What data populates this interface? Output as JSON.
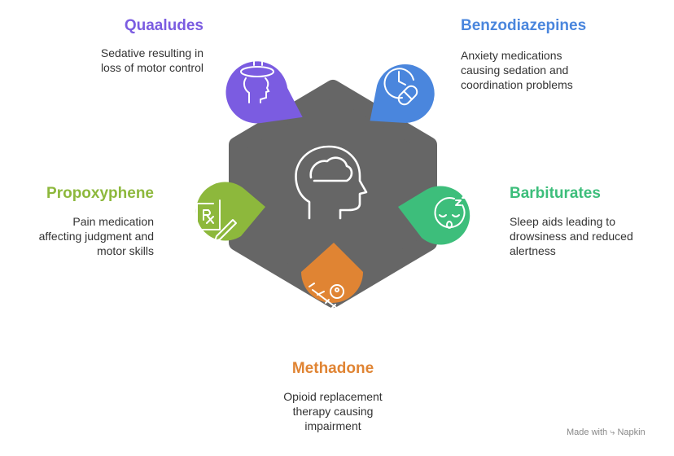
{
  "colors": {
    "center": "#666666",
    "quaaludes": "#7B5CE1",
    "benzodiazepines": "#4A86DD",
    "barbiturates": "#3DBE7B",
    "methadone": "#E08433",
    "propoxyphene": "#8DB83C"
  },
  "center": {
    "icon": "head-brain-icon"
  },
  "items": {
    "quaaludes": {
      "title": "Quaaludes",
      "desc": "Sedative resulting in\nloss of motor control",
      "icon": "dizzy-head-icon"
    },
    "benzodiazepines": {
      "title": "Benzodiazepines",
      "desc": "Anxiety medications\ncausing sedation and\ncoordination problems",
      "icon": "clock-pill-icon"
    },
    "barbiturates": {
      "title": "Barbiturates",
      "desc": "Sleep aids leading to\ndrowsiness and reduced\nalertness",
      "icon": "sleepy-face-icon"
    },
    "methadone": {
      "title": "Methadone",
      "desc": "Opioid replacement\ntherapy causing\nimpairment",
      "icon": "syringe-icon"
    },
    "propoxyphene": {
      "title": "Propoxyphene",
      "desc": "Pain medication\naffecting judgment and\nmotor skills",
      "icon": "prescription-icon"
    }
  },
  "footer": {
    "made_with": "Made with",
    "brand": "Napkin"
  }
}
